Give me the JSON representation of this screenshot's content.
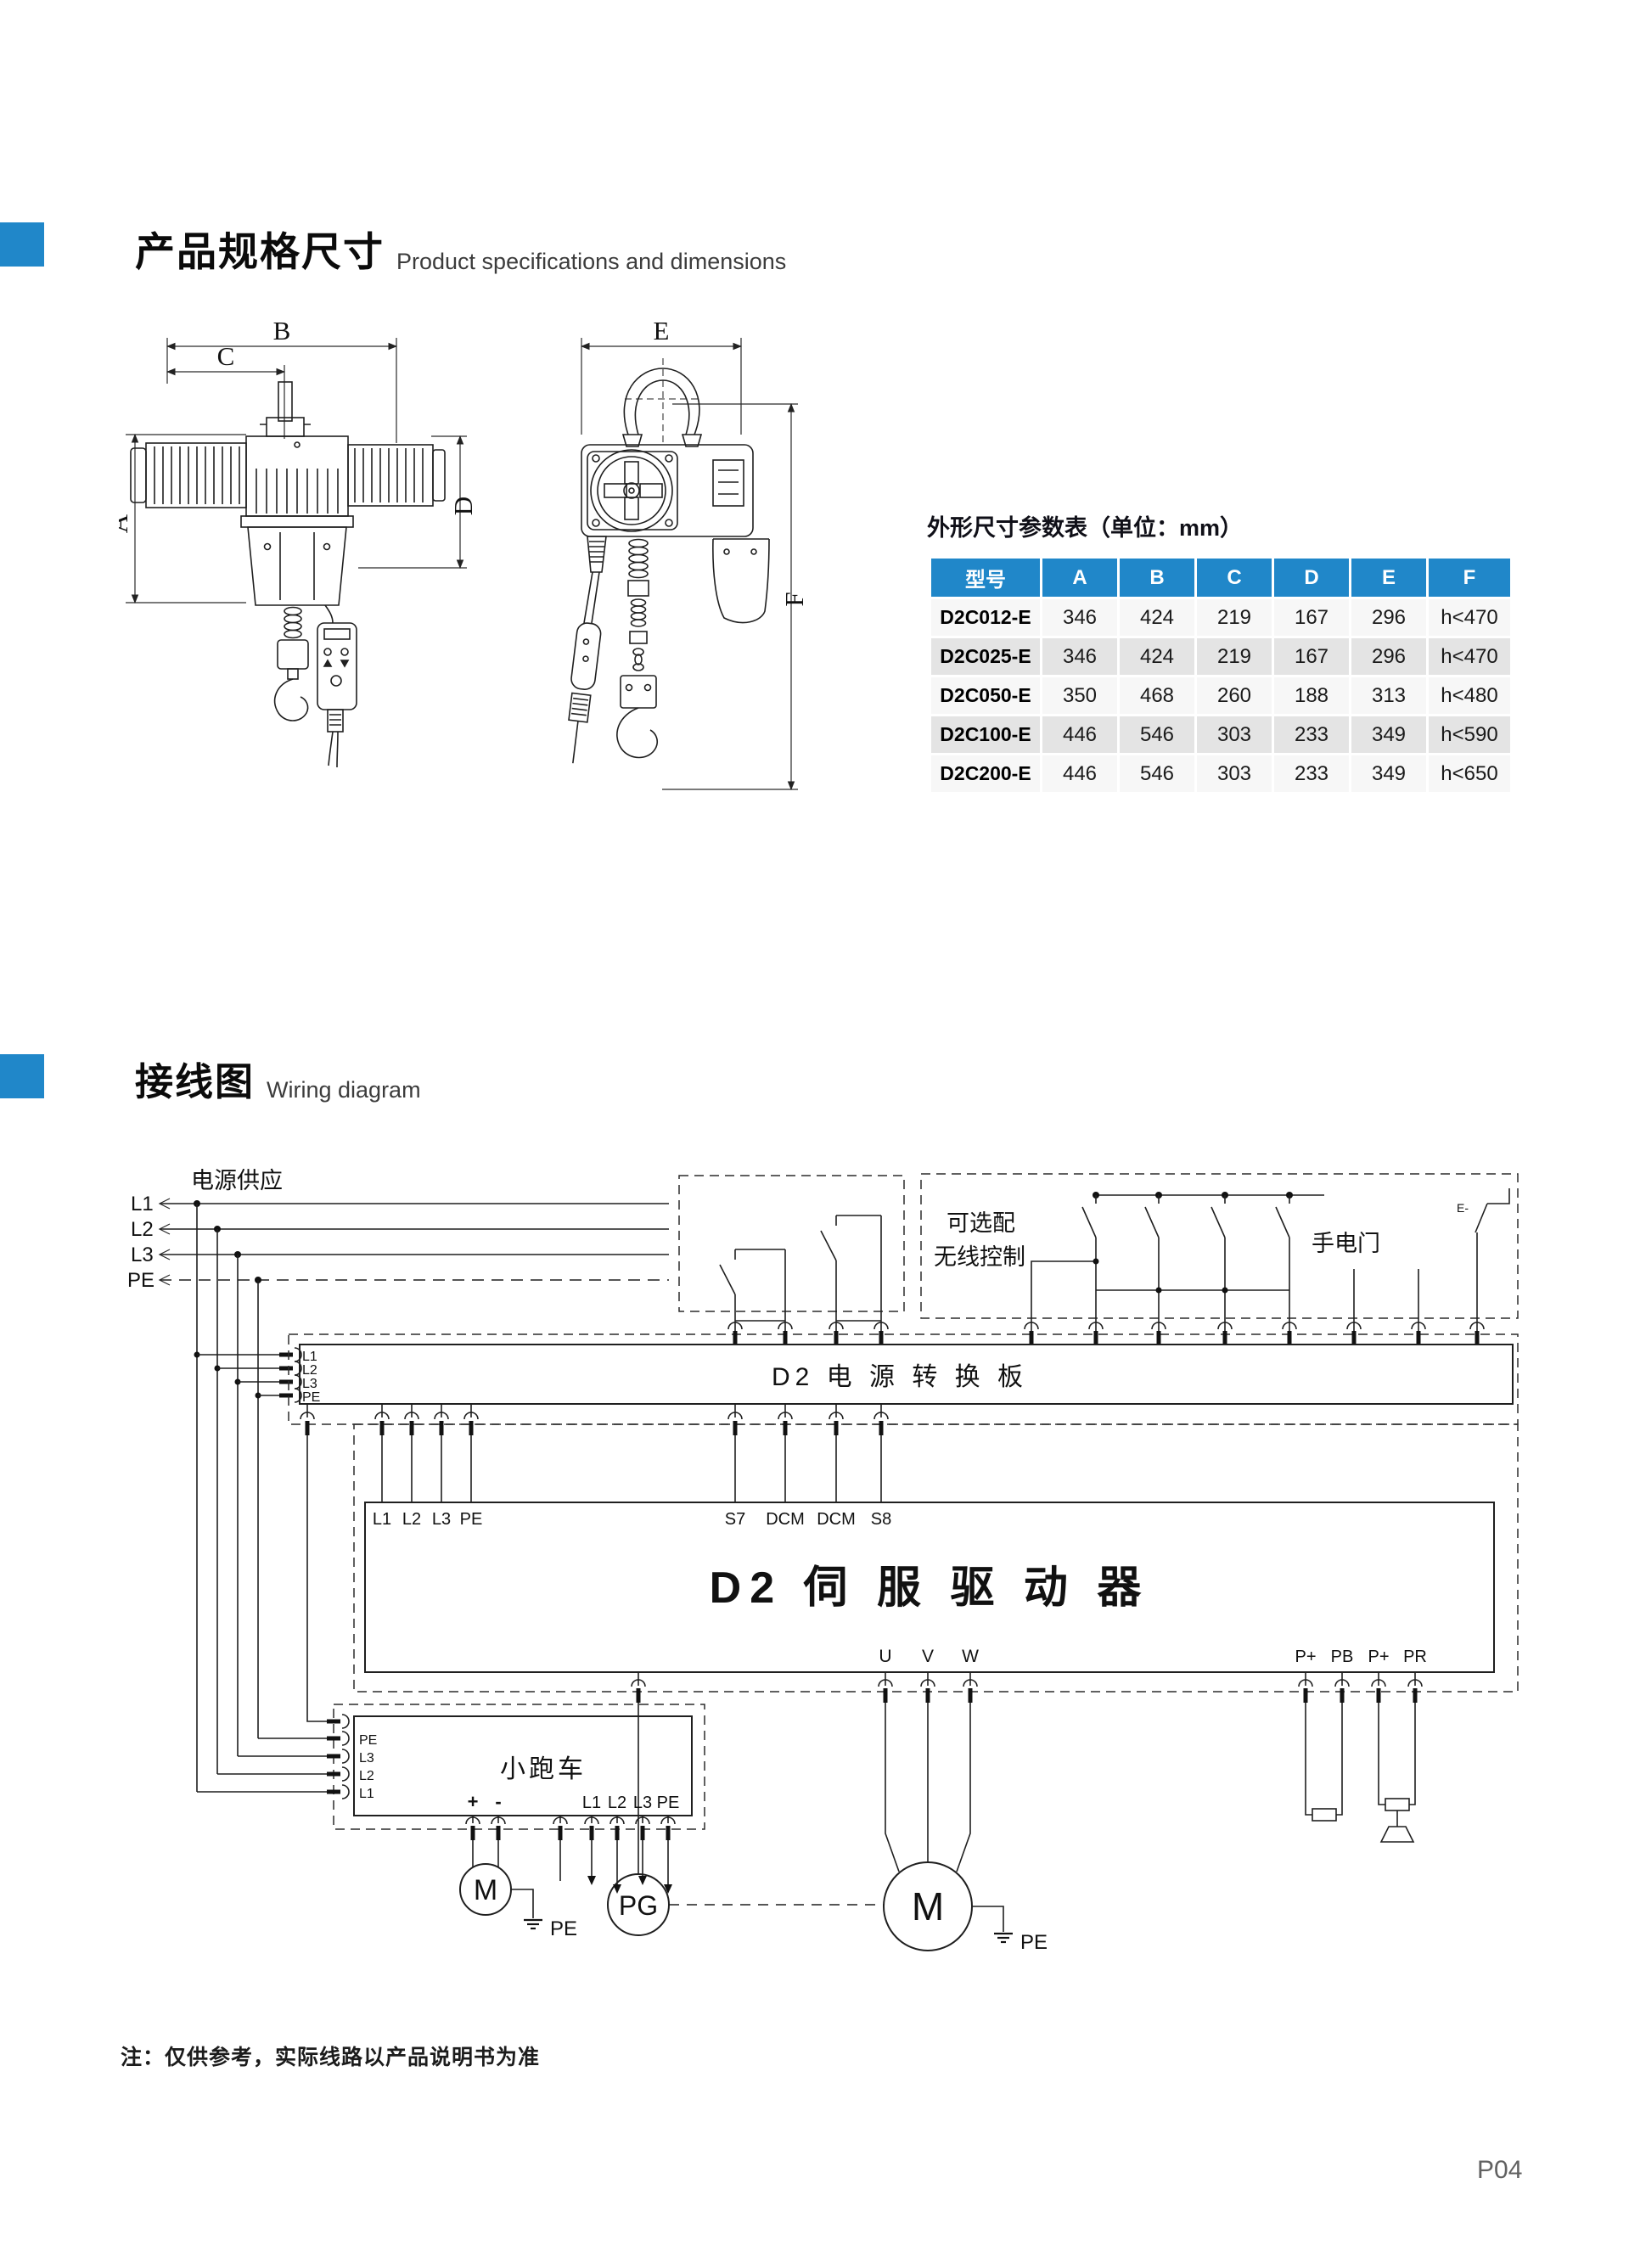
{
  "accent": "#2087c9",
  "section_specs": {
    "zh": "产品规格尺寸",
    "en": "Product specifications and dimensions"
  },
  "drawings": {
    "front": {
      "dim_a": "A",
      "dim_b": "B",
      "dim_c": "C",
      "dim_d": "D"
    },
    "side": {
      "dim_e": "E",
      "dim_f": "F"
    }
  },
  "spec_table": {
    "title": "外形尺寸参数表（单位：mm）",
    "headers": [
      "型号",
      "A",
      "B",
      "C",
      "D",
      "E",
      "F"
    ],
    "rows": [
      {
        "model": "D2C012-E",
        "a": "346",
        "b": "424",
        "c": "219",
        "d": "167",
        "e": "296",
        "f": "h<470"
      },
      {
        "model": "D2C025-E",
        "a": "346",
        "b": "424",
        "c": "219",
        "d": "167",
        "e": "296",
        "f": "h<470"
      },
      {
        "model": "D2C050-E",
        "a": "350",
        "b": "468",
        "c": "260",
        "d": "188",
        "e": "313",
        "f": "h<480"
      },
      {
        "model": "D2C100-E",
        "a": "446",
        "b": "546",
        "c": "303",
        "d": "233",
        "e": "349",
        "f": "h<590"
      },
      {
        "model": "D2C200-E",
        "a": "446",
        "b": "546",
        "c": "303",
        "d": "233",
        "e": "349",
        "f": "h<650"
      }
    ]
  },
  "section_wiring": {
    "zh": "接线图",
    "en": "Wiring diagram"
  },
  "wiring": {
    "power_supply": "电源供应",
    "l1": "L1",
    "l2": "L2",
    "l3": "L3",
    "pe": "PE",
    "optional_line1": "可选配",
    "optional_line2": "无线控制",
    "pendant": "手电门",
    "estop": "E-",
    "board": "D2 电 源 转 换 板",
    "servo": "D2 伺 服 驱 动 器",
    "s7": "S7",
    "dcm": "DCM",
    "s8": "S8",
    "u": "U",
    "v": "V",
    "w": "W",
    "pplus": "P+",
    "pb": "PB",
    "pr": "PR",
    "trolley": "小跑车",
    "plus": "+",
    "minus": "-",
    "motor": "M",
    "encoder": "PG"
  },
  "footer": {
    "note": "注：仅供参考，实际线路以产品说明书为准",
    "page": "P04"
  }
}
